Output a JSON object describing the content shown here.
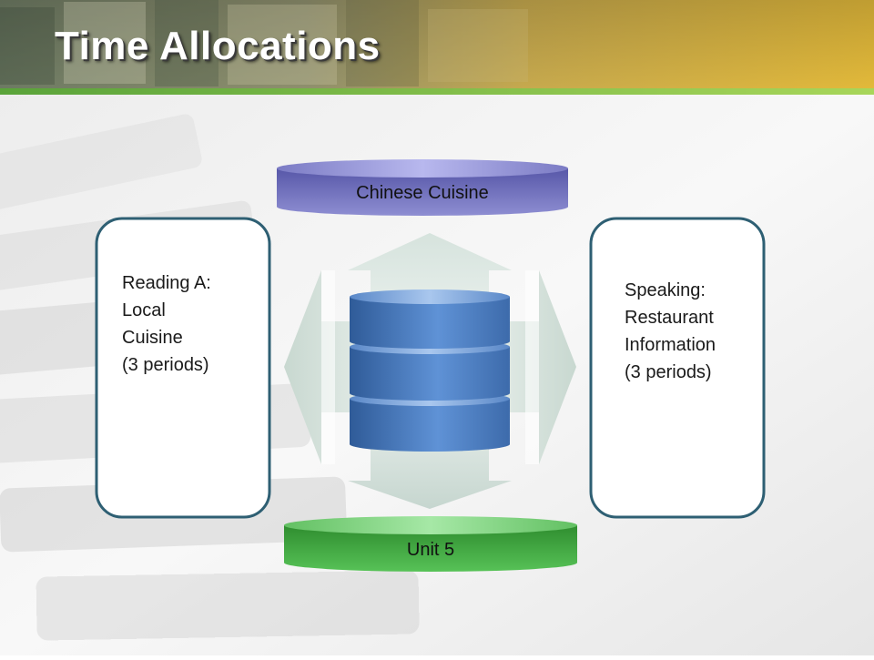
{
  "title": "Time Allocations",
  "top_topic": "Chinese Cuisine",
  "bottom_topic": "Unit 5",
  "left_box": {
    "lines": [
      "Reading A:",
      "Local",
      "Cuisine",
      "(3 periods)"
    ]
  },
  "right_box": {
    "lines": [
      "Speaking:",
      "Restaurant",
      "Information",
      "(3 periods)"
    ]
  },
  "colors": {
    "header_green": "#8cc63f",
    "header_gold": "#d9b23a",
    "box_border": "#2e5f73",
    "top_disc": "#4a4a9a",
    "bottom_disc": "#3aa23a",
    "stack_blue": "#4a7cc0"
  }
}
